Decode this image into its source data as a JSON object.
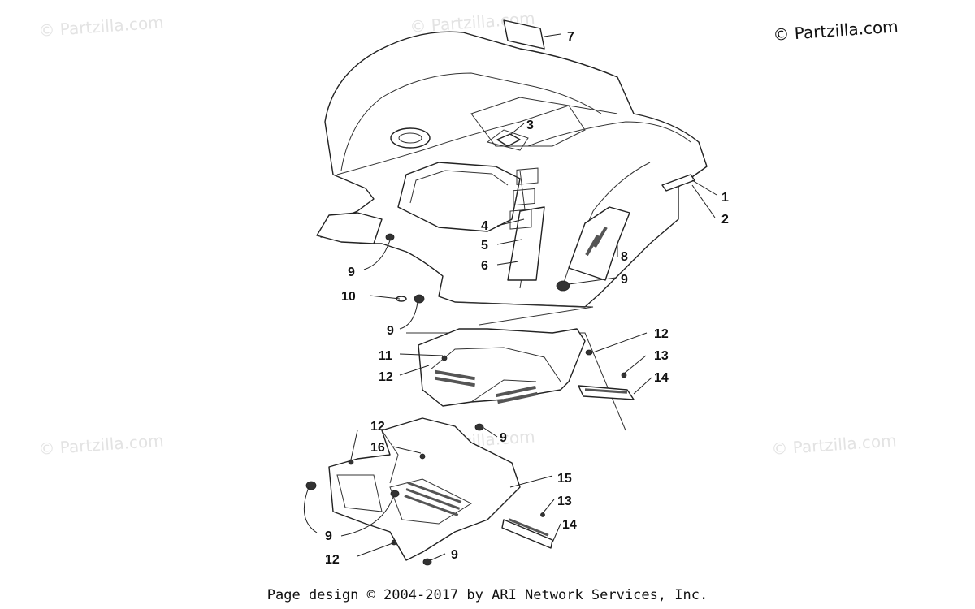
{
  "copyright": "© Partzilla.com",
  "watermarks": [
    "© Partzilla.com",
    "© Partzilla.com",
    "© Partzilla.com",
    "© Partzilla.com",
    "© Partzilla.com"
  ],
  "footer": "Page design © 2004-2017 by ARI Network Services, Inc.",
  "callouts": [
    "7",
    "3",
    "1",
    "2",
    "4",
    "5",
    "6",
    "8",
    "9",
    "9",
    "10",
    "9",
    "12",
    "11",
    "13",
    "12",
    "14",
    "12",
    "16",
    "9",
    "15",
    "13",
    "14",
    "9",
    "12",
    "9"
  ],
  "colors": {
    "line": "#222222",
    "watermark": "#e3e3e3",
    "background": "#ffffff"
  }
}
